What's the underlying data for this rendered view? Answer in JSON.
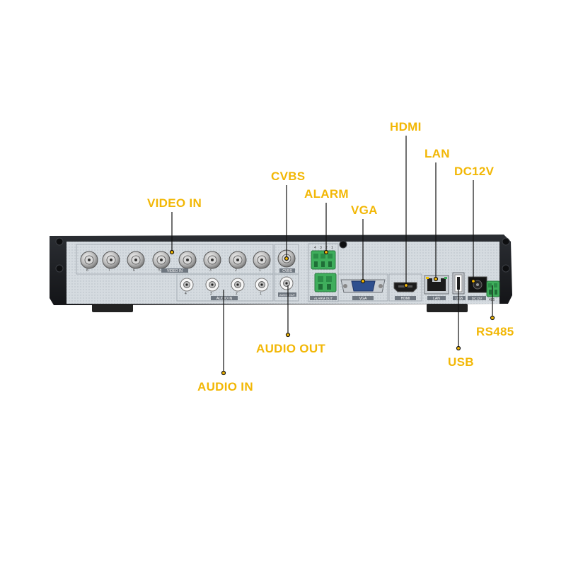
{
  "labels": {
    "video_in": "VIDEO IN",
    "cvbs": "CVBS",
    "alarm": "ALARM",
    "vga": "VGA",
    "hdmi": "HDMI",
    "lan": "LAN",
    "dc12v": "DC12V",
    "audio_out": "AUDIO OUT",
    "audio_in": "AUDIO IN",
    "usb": "USB",
    "rs485": "RS485"
  },
  "panel_print": {
    "video_in": "VIDEO IN",
    "audio_in": "AUDIO IN",
    "cvbs": "CVBS",
    "audio_out": "AUDIO OUT",
    "alarm_out": "ALARM OUT",
    "vga": "VGA",
    "hdmi": "HDMI",
    "lan": "LAN",
    "usb": "USB",
    "dc12v": "DC12V",
    "rs485": "485",
    "video_ch": [
      "8",
      "7",
      "6",
      "5",
      "4",
      "3",
      "2",
      "1"
    ],
    "audio_ch": [
      "4",
      "3",
      "2",
      "1"
    ],
    "alarm_pins": [
      "4",
      "3",
      "2",
      "1"
    ]
  },
  "colors": {
    "accent": "#f2b705",
    "chassis": "#1b1d21",
    "panel": "#d5dbe0",
    "terminal": "#3fae5c"
  }
}
